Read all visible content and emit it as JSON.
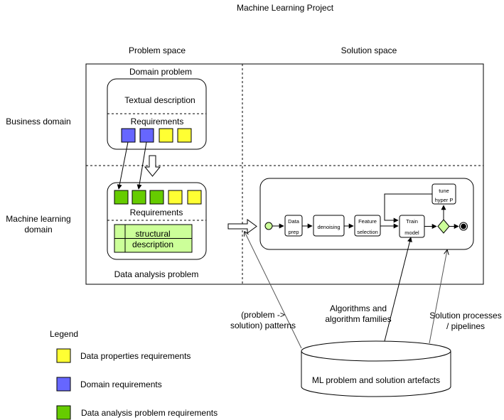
{
  "title": "Machine Learning Project",
  "columns": {
    "problem": "Problem space",
    "solution": "Solution space"
  },
  "rows": {
    "business": "Business domain",
    "ml_line1": "Machine learning",
    "ml_line2": "domain"
  },
  "domain_problem": {
    "label": "Domain problem",
    "description": "Textual description",
    "requirements": "Requirements"
  },
  "data_analysis_problem": {
    "label": "Data analysis problem",
    "requirements": "Requirements",
    "structural": "structural",
    "description": "description"
  },
  "pipeline": {
    "data_prep_1": "Data",
    "data_prep_2": "prep",
    "denoising": "denoising",
    "feature_1": "Feature",
    "feature_2": "selection",
    "train_1": "Train",
    "train_2": "model",
    "tune_1": "tune",
    "tune_2": "hyper P"
  },
  "artefacts": {
    "label": "ML problem and solution artefacts",
    "patterns_1": "(problem ->",
    "patterns_2": "solution) patterns",
    "algorithms_1": "Algorithms and",
    "algorithms_2": "algorithm families",
    "processes_1": "Solution processes",
    "processes_2": "/ pipelines"
  },
  "legend": {
    "title": "Legend",
    "items": [
      {
        "label": "Data properties requirements",
        "color": "#ffff33"
      },
      {
        "label": "Domain requirements",
        "color": "#6666ff"
      },
      {
        "label": "Data analysis problem requirements",
        "color": "#66cc00"
      }
    ]
  },
  "colors": {
    "yellow": "#ffff33",
    "blue": "#6666ff",
    "green": "#66cc00",
    "light_green": "#ccff99",
    "diamond": "#ccff99"
  }
}
